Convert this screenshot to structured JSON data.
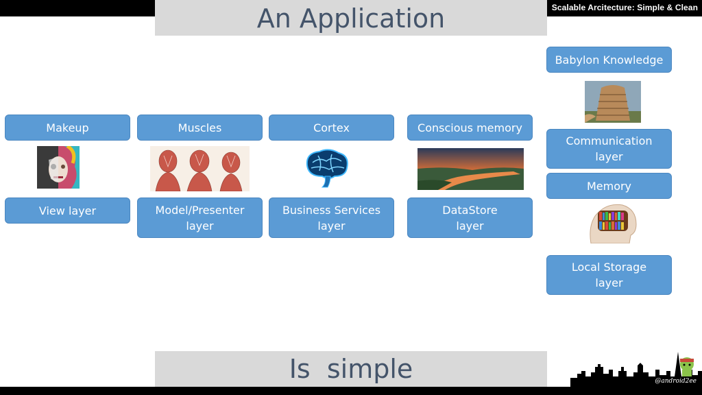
{
  "header": {
    "slide_tag": "Scalable Arcitecture: Simple & Clean"
  },
  "title": "An Application",
  "footer": "Is  simple",
  "columns": [
    {
      "top": "Makeup",
      "bottom": "View layer"
    },
    {
      "top": "Muscles",
      "bottom": "Model/Presenter\nlayer"
    },
    {
      "top": "Cortex",
      "bottom": "Business Services\nlayer"
    },
    {
      "top": "Conscious memory",
      "bottom": "DataStore\nlayer"
    }
  ],
  "right_column": {
    "knowledge": "Babylon Knowledge",
    "communication": "Communication\nlayer",
    "memory": "Memory",
    "local_storage": "Local Storage\nlayer"
  },
  "handle": "@android2ee",
  "colors": {
    "box": "#5b9bd5",
    "title": "#44546a",
    "banner": "#d9d9d9"
  }
}
